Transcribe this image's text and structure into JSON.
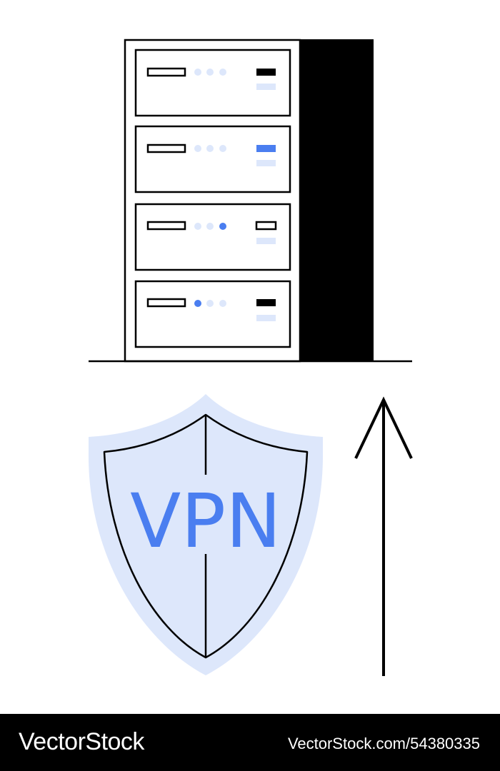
{
  "illustration": {
    "shield_label": "VPN",
    "server_units": [
      {
        "indicator_leds_active": [
          false,
          false,
          false
        ],
        "right_light": "filled-black"
      },
      {
        "indicator_leds_active": [
          false,
          false,
          false
        ],
        "right_light": "filled-blue"
      },
      {
        "indicator_leds_active": [
          false,
          false,
          true
        ],
        "right_light": "outlined"
      },
      {
        "indicator_leds_active": [
          true,
          false,
          false
        ],
        "right_light": "filled-black"
      }
    ],
    "arrow_direction": "up",
    "icons": [
      "server-rack-icon",
      "shield-icon",
      "up-arrow-icon"
    ]
  },
  "colors": {
    "accent_blue": "#4a7ef0",
    "light_blue": "#dde7fb",
    "stroke": "#000000",
    "background": "#ffffff"
  },
  "footer": {
    "brand": "VectorStock",
    "image_id": "VectorStock.com/54380335"
  }
}
